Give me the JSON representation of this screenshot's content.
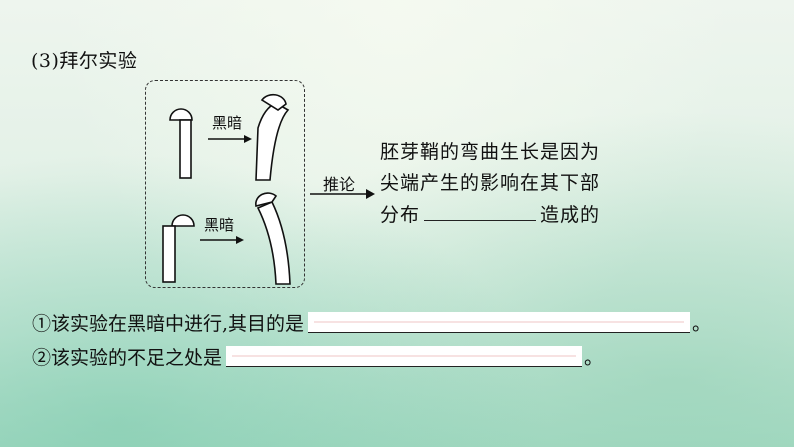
{
  "heading": "(3)拜尔实验",
  "diagram": {
    "condition_top": "黑暗",
    "condition_bottom": "黑暗",
    "inference": "推论"
  },
  "conclusion": {
    "line1": "胚芽鞘的弯曲生长是因为",
    "line2": "尖端产生的影响在其下部",
    "line3_start": "分布",
    "line3_end": "造成的"
  },
  "questions": {
    "q1_text": "①该实验在黑暗中进行,其目的是",
    "q1_end": "。",
    "q2_text": "②该实验的不足之处是",
    "q2_end": "。"
  }
}
